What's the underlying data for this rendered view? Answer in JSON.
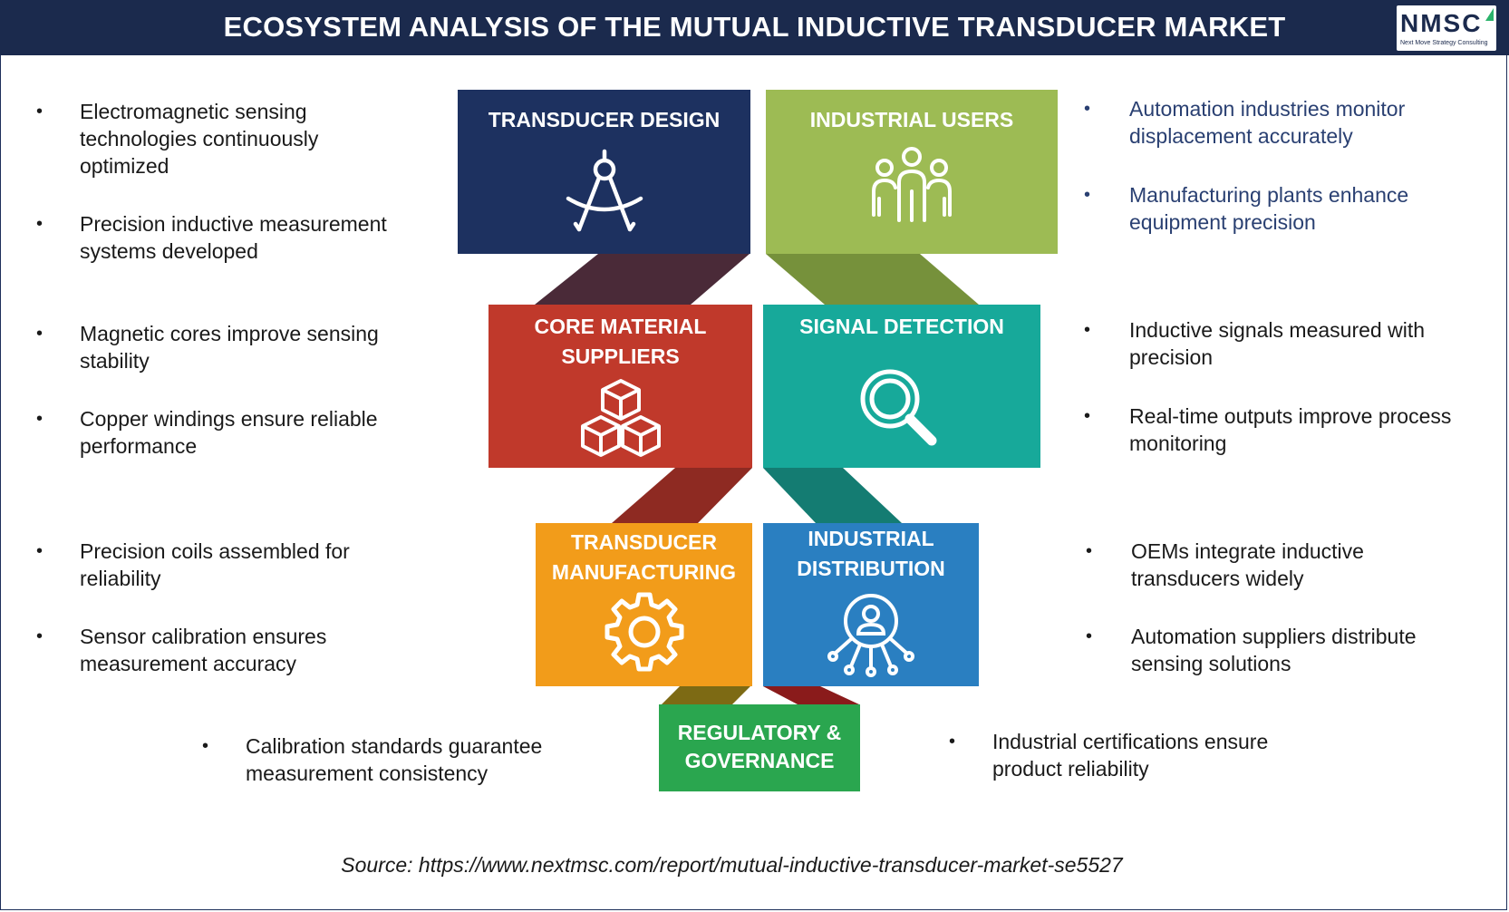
{
  "header": {
    "title": "ECOSYSTEM ANALYSIS OF THE MUTUAL INDUCTIVE TRANSDUCER MARKET",
    "logo_text": "NMSC",
    "logo_subtext": "Next Move Strategy Consulting"
  },
  "blocks": {
    "transducer_design": {
      "title": "TRANSDUCER DESIGN",
      "icon": "compass-icon",
      "color": "#1d3160"
    },
    "industrial_users": {
      "title": "INDUSTRIAL USERS",
      "icon": "users-icon",
      "color": "#9dbb54"
    },
    "core_material": {
      "title": "CORE MATERIAL\nSUPPLIERS",
      "icon": "cubes-icon",
      "color": "#c0392b"
    },
    "signal_detection": {
      "title": "SIGNAL DETECTION",
      "icon": "magnifier-icon",
      "color": "#17a99a"
    },
    "manufacturing": {
      "title": "TRANSDUCER\nMANUFACTURING",
      "icon": "gear-icon",
      "color": "#f29c1a"
    },
    "distribution": {
      "title": "INDUSTRIAL\nDISTRIBUTION",
      "icon": "network-user-icon",
      "color": "#2a7fc1"
    },
    "regulatory": {
      "title": "REGULATORY &\nGOVERNANCE",
      "color": "#2aa64f"
    }
  },
  "bullets": {
    "left": [
      "Electromagnetic sensing\ntechnologies continuously\noptimized",
      "Precision inductive measurement\nsystems developed",
      "Magnetic cores improve sensing\nstability",
      "Copper windings ensure reliable\nperformance",
      "Precision coils assembled for\nreliability",
      "Sensor calibration ensures\nmeasurement accuracy"
    ],
    "right": [
      "Automation industries monitor\ndisplacement accurately",
      "Manufacturing plants enhance\nequipment precision",
      "Inductive signals measured with\nprecision",
      "Real-time outputs improve process\nmonitoring",
      "OEMs integrate inductive\ntransducers widely",
      "Automation suppliers distribute\nsensing solutions"
    ],
    "bottom_left": "Calibration standards guarantee\nmeasurement consistency",
    "bottom_right": "Industrial certifications ensure\nproduct reliability",
    "marker": "•"
  },
  "footer": {
    "source": "Source: https://www.nextmsc.com/report/mutual-inductive-transducer-market-se5527"
  }
}
